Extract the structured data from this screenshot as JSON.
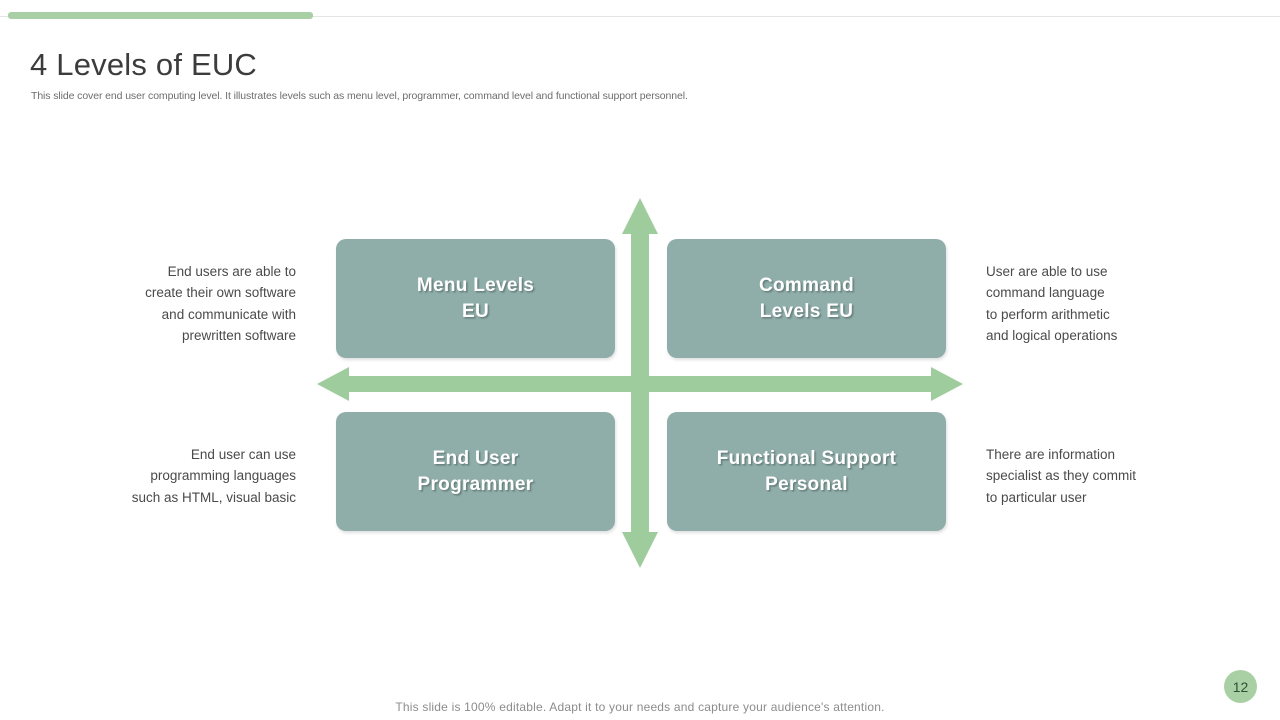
{
  "slide": {
    "title": "4 Levels of EUC",
    "subtitle": "This slide cover end user computing level. It illustrates levels such as menu level, programmer, command level and functional support personnel.",
    "footer_note": "This slide is 100% editable. Adapt it to your needs and capture your audience's attention.",
    "page_number": "12"
  },
  "colors": {
    "accent_green": "#a9d0a4",
    "arrow_green": "#9fcc9c",
    "box_teal": "#8fada9",
    "title_text": "#3c3c3c",
    "body_text": "#4a4a4a",
    "footer_text": "#8c8c8c"
  },
  "diagram": {
    "type": "2x2-quadrant-matrix",
    "axis": {
      "vertical_arrow": "double-headed-vertical-arrow",
      "horizontal_arrow": "double-headed-horizontal-arrow"
    },
    "quadrants": [
      {
        "position": "top-left",
        "box_label": "Menu Levels\nEU",
        "note": "End users are able to\ncreate their own software\nand communicate with\nprewritten software"
      },
      {
        "position": "top-right",
        "box_label": "Command\nLevels EU",
        "note": "User are  able to use\ncommand language\nto perform arithmetic\nand logical operations"
      },
      {
        "position": "bottom-left",
        "box_label": "End User\nProgrammer",
        "note": "End user can use\nprogramming languages\nsuch as HTML, visual basic"
      },
      {
        "position": "bottom-right",
        "box_label": "Functional Support\nPersonal",
        "note": "There are information\nspecialist as they commit\nto particular  user"
      }
    ]
  }
}
